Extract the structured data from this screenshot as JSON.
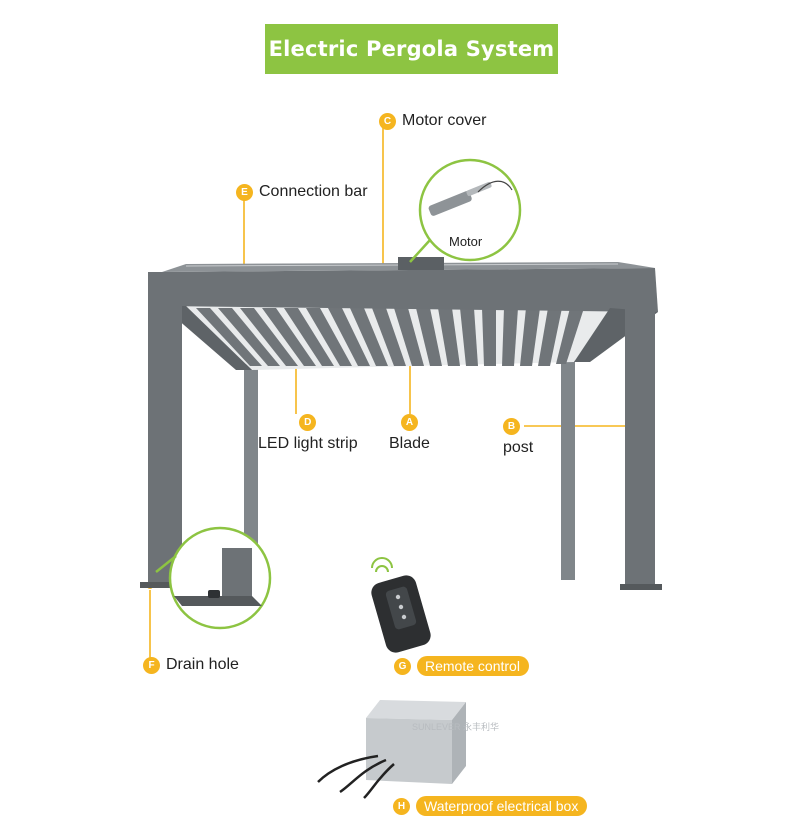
{
  "title": "Electric Pergola System",
  "accent_color": "#8dc442",
  "badge_color": "#f5b51f",
  "frame_color": "#6d7276",
  "watermark": "SUNLEVER 永丰利华",
  "components": [
    {
      "key": "C",
      "label": "Motor cover"
    },
    {
      "key": "E",
      "label": "Connection bar"
    },
    {
      "key": "D",
      "label": "LED light strip"
    },
    {
      "key": "A",
      "label": "Blade"
    },
    {
      "key": "B",
      "label": "post"
    },
    {
      "key": "F",
      "label": "Drain hole"
    },
    {
      "key": "G",
      "label": "Remote control"
    },
    {
      "key": "H",
      "label": "Waterproof electrical box"
    }
  ],
  "insets": {
    "motor_label": "Motor"
  }
}
